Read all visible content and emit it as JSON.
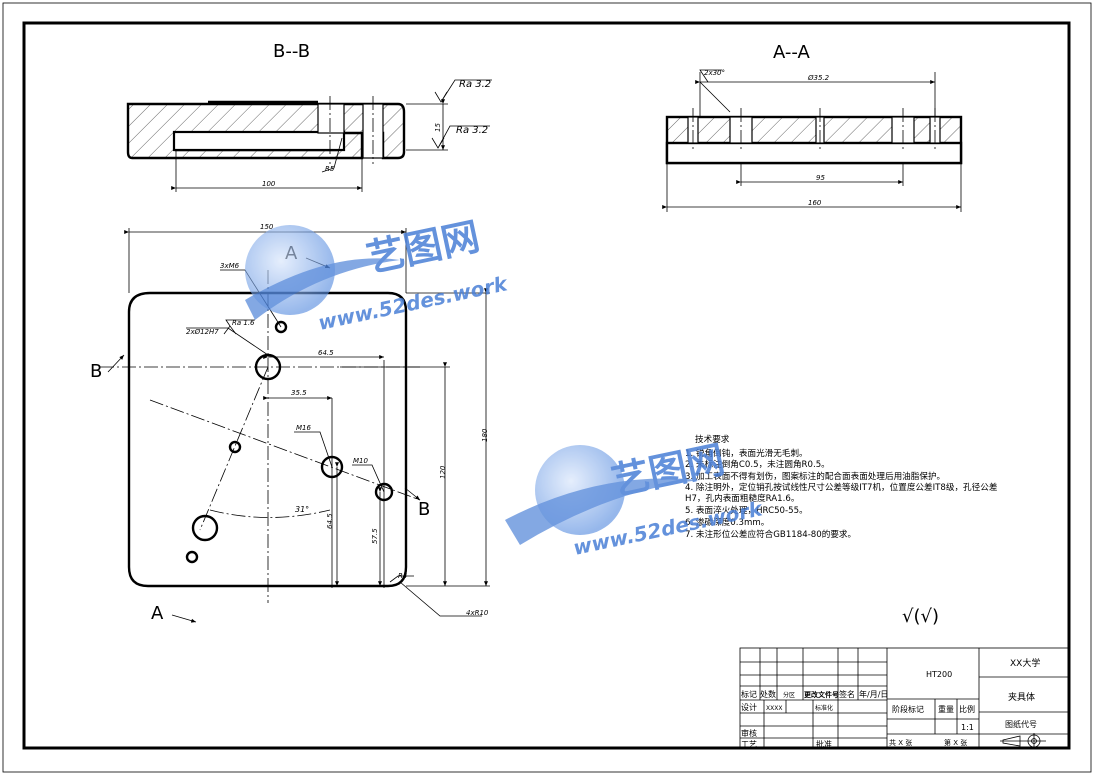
{
  "section_labels": {
    "bb": "B--B",
    "aa": "A--A",
    "cut_a_top": "A",
    "cut_a_bottom": "A",
    "cut_b_left": "B",
    "cut_b_right": "B"
  },
  "roughness": {
    "ra_top": "Ra 3.2",
    "ra_bottom": "Ra 3.2",
    "ra_hole": "Ra 1.6",
    "general": "√(√)"
  },
  "dims_bb": {
    "height": "15",
    "radius": "R5",
    "width": "100"
  },
  "dims_aa": {
    "chamfer": "2x30°",
    "hole_pitch": "Ø35.2",
    "inner": "95",
    "overall": "160"
  },
  "dims_plan": {
    "width": "150",
    "height": "180",
    "threaded": "3xM6",
    "pin_holes": "2xØ12H7",
    "d_64_5": "64.5",
    "d_35_5": "35.5",
    "m16": "M16",
    "m10": "M10",
    "angle": "31°",
    "d_120": "120",
    "d_64_5b": "64.5",
    "d_57_5": "57.5",
    "r4": "R4",
    "corner": "4xR10"
  },
  "tech_notes": {
    "title": "技术要求",
    "items": [
      "1. 锐角倒钝，表面光滑无毛刺。",
      "2. 未标注倒角C0.5，未注圆角R0.5。",
      "3. 加工表面不得有划伤，图案标注的配合面表面处理后用油脂保护。",
      "4. 除注明外，定位销孔按试线性尺寸公差等级IT7机，位置度公差IT8级，孔径公差",
      "H7，孔内表面粗糙度RA1.6。",
      "5. 表面淬火处理，HRC50-55。",
      "6. 渗碳深度0.3mm。",
      "7. 未注形位公差应符合GB1184-80的要求。"
    ]
  },
  "title_block": {
    "material": "HT200",
    "school": "XX大学",
    "part_name": "夹具体",
    "drawing_no": "图纸代号",
    "stage": "阶段标记",
    "weight": "重量",
    "scale_label": "比例",
    "scale": "1:1",
    "mark": "标记",
    "count": "处数",
    "zone": "分区",
    "change_doc": "更改文件号",
    "sign": "签名",
    "date": "年/月/日",
    "design": "设计",
    "designer": "XXXX",
    "standard": "标准化",
    "review": "审核",
    "craft": "工艺",
    "approve": "批准",
    "total_sheets": "共  X  张",
    "sheet_no": "第  X  张"
  },
  "watermark": {
    "brand": "艺图网",
    "url": "www.52des.work"
  }
}
